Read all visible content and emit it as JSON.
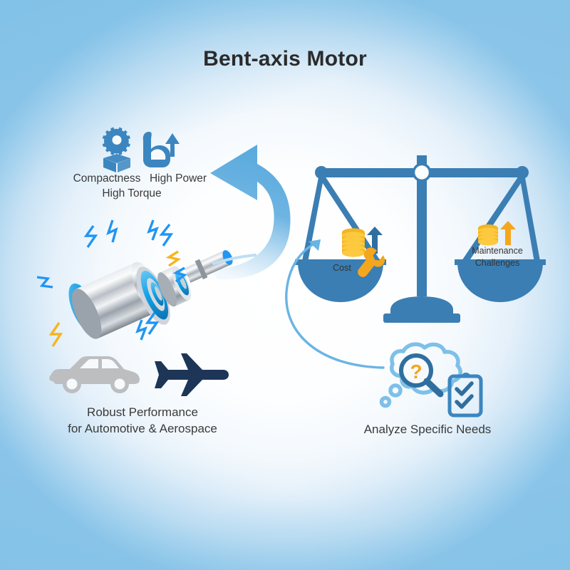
{
  "page": {
    "title": "Bent-axis Motor",
    "background_center": "#ffffff",
    "background_edge": "#8ec6e9"
  },
  "colors": {
    "brand_blue": "#3b86c0",
    "arrow_blue": "#56a8dd",
    "light_blue": "#7ec0e8",
    "gold": "#f5b51e",
    "orange": "#f4a61d",
    "dark_navy": "#1d3557",
    "car_gray": "#bcbec0",
    "text": "#3a3a3a"
  },
  "features": {
    "compactness": {
      "label": "Compactness",
      "icon": "gear-box-icon"
    },
    "high_power": {
      "label": "High Power",
      "icon": "flexed-bicep-icon"
    },
    "high_torque": {
      "label": "High Torque"
    }
  },
  "motor": {
    "icon": "bent-axis-motor-illustration",
    "bolt_colors": [
      "#2196f3",
      "#f5b51e"
    ]
  },
  "applications": {
    "caption": "Robust Performance\nfor Automotive & Aerospace",
    "icons": [
      {
        "name": "car-icon",
        "color": "#bcbec0"
      },
      {
        "name": "airplane-icon",
        "color": "#1d3557"
      }
    ]
  },
  "scale": {
    "icon": "balance-scale-icon",
    "left_pan": {
      "label": "Cost",
      "icons": [
        "coin-stack-icon",
        "up-arrow-icon",
        "wrench-icon"
      ]
    },
    "right_pan": {
      "label": "Maintenance\nChallenges",
      "icons": [
        "coin-stack-icon",
        "up-arrow-icon"
      ]
    }
  },
  "analysis": {
    "caption": "Analyze Specific Needs",
    "icons": [
      "thought-bubble-icon",
      "magnifier-question-icon",
      "checklist-clipboard-icon"
    ]
  },
  "arrows": {
    "big_curved": "curved-arrow-up-left",
    "scale_to_cost": "curved-arrow-to-scale",
    "bubble_to_motor": "curved-arrow-to-motor"
  }
}
